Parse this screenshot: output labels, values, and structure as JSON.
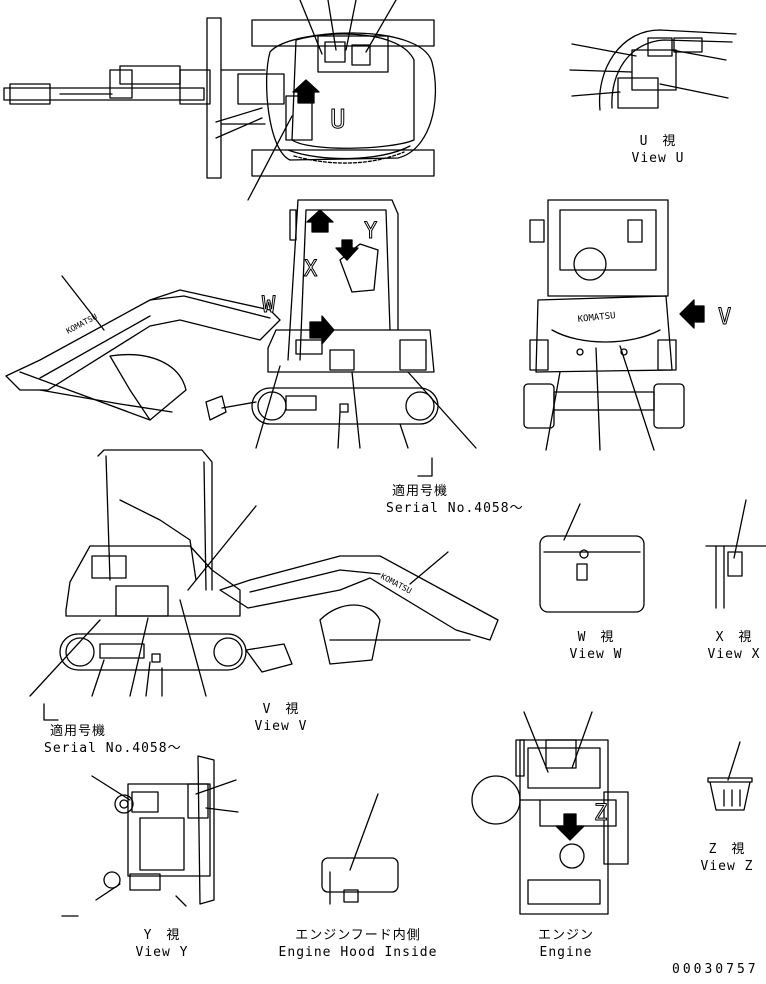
{
  "view_u": {
    "jp": "U　視",
    "en": "View U",
    "letter": "U"
  },
  "view_v": {
    "jp": "V　視",
    "en": "View V",
    "letter": "V"
  },
  "view_w": {
    "jp": "W　視",
    "en": "View W",
    "letter": "W"
  },
  "view_x": {
    "jp": "X　視",
    "en": "View X",
    "letter": "X"
  },
  "view_y": {
    "jp": "Y　視",
    "en": "View Y",
    "letter": "Y"
  },
  "view_z": {
    "jp": "Z　視",
    "en": "View Z",
    "letter": "Z"
  },
  "serial_top": {
    "jp": "適用号機",
    "en": "Serial No.4058～"
  },
  "serial_bottom": {
    "jp": "適用号機",
    "en": "Serial No.4058～"
  },
  "engine_hood": {
    "jp": "エンジンフード内側",
    "en": "Engine Hood Inside"
  },
  "engine": {
    "jp": "エンジン",
    "en": "Engine"
  },
  "brand": "KOMATSU",
  "drawing_number": "00030757"
}
